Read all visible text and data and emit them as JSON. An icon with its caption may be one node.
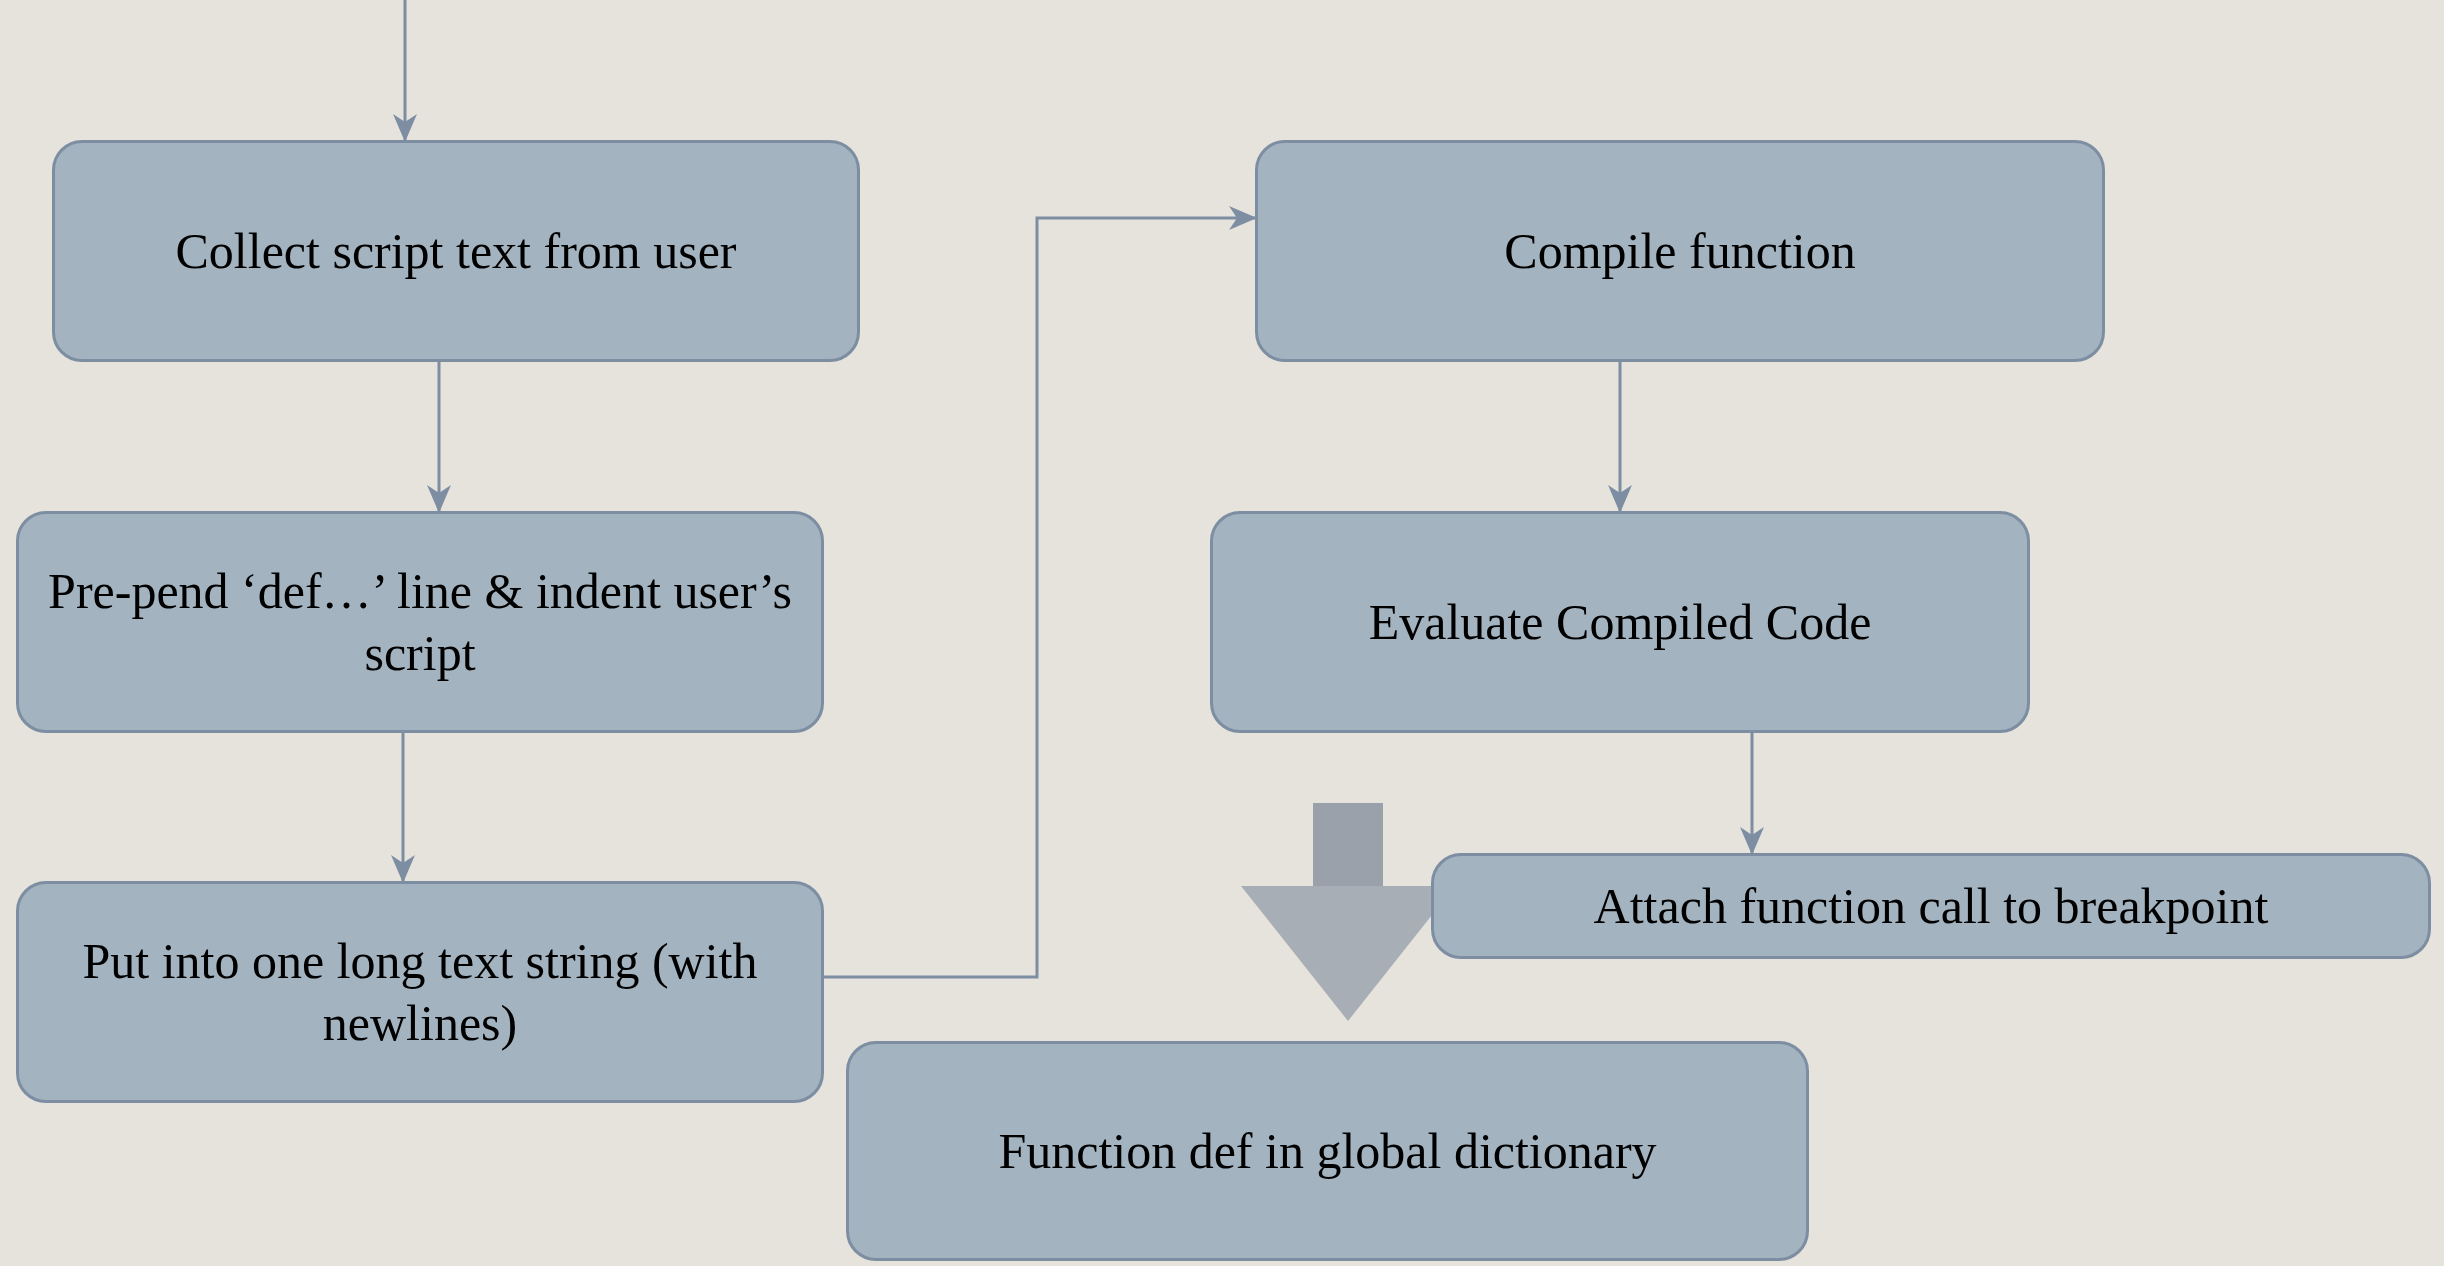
{
  "diagram": {
    "nodes": [
      {
        "text": [
          "Collect script text from user"
        ]
      },
      {
        "text": [
          "Pre-pend ‘def…’ line & indent user’s script"
        ]
      },
      {
        "text": [
          "Put into one long text string (with newlines)"
        ]
      },
      {
        "text": [
          "Compile function"
        ]
      },
      {
        "text": [
          "Evaluate Compiled Code"
        ]
      },
      {
        "text": [
          "Attach function call to breakpoint"
        ]
      },
      {
        "text": [
          "Function def in global dictionary"
        ]
      }
    ],
    "edges": [
      {
        "from": null,
        "to": 0,
        "arrow": "to"
      },
      {
        "from": 0,
        "to": 1,
        "arrow": "to"
      },
      {
        "from": 1,
        "to": 2,
        "arrow": "to"
      },
      {
        "from": 2,
        "to": 3,
        "arrow": "to"
      },
      {
        "from": 3,
        "to": 4,
        "arrow": "to"
      },
      {
        "from": 4,
        "to": 5,
        "arrow": "to"
      },
      {
        "from": null,
        "to": 6,
        "arrow": "to",
        "style": "thick"
      }
    ]
  }
}
